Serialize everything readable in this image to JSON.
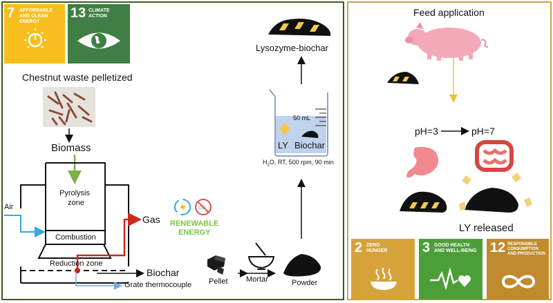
{
  "colors": {
    "left_panel_border": "#3a5a1f",
    "right_panel_border": "#c9a14a",
    "sdg7": "#F7BE1D",
    "sdg13": "#3F7E44",
    "sdg2": "#D6A33A",
    "sdg3": "#4C9F38",
    "sdg12": "#BF8B2E",
    "green_arrow": "#7DB04A",
    "red_arrow": "#C8281E",
    "blue_arrow": "#35A8E0",
    "renewable_text": "#7EC242",
    "yellow_arrow": "#E8C33A"
  },
  "sdg": {
    "goal7": {
      "number": "7",
      "label": "Affordable and clean energy",
      "icon": "power-sun-icon"
    },
    "goal13": {
      "number": "13",
      "label": "Climate action",
      "icon": "eye-globe-icon"
    },
    "goal2": {
      "number": "2",
      "label": "Zero hunger",
      "icon": "bowl-icon"
    },
    "goal3": {
      "number": "3",
      "label": "Good health and well-being",
      "icon": "heartbeat-icon"
    },
    "goal12": {
      "number": "12",
      "label": "Responsible consumption and production",
      "icon": "infinity-icon"
    }
  },
  "left": {
    "chestnut_title": "Chestnut waste pelletized",
    "biomass": "Biomass",
    "air": "Air",
    "pyrolysis": "Pyrolysis",
    "zone": "zone",
    "combustion": "Combustion",
    "reduction_zone": "Reduction zone",
    "gas": "Gas",
    "renewable": "RENEWABLE",
    "energy": "ENERGY",
    "biochar": "Biochar",
    "grate_thermocouple": "Grate thermocouple",
    "pellet": "Pellet",
    "mortar": "Mortar",
    "powder": "Powder",
    "lysozyme_biochar": "Lysozyme-biochar",
    "beaker_volume": "50 mL",
    "ly": "LY",
    "beaker_biochar": "Biochar",
    "conditions_h": "H",
    "conditions_sub": "2",
    "conditions_rest": "O, RT, 500  rpm, 90 min"
  },
  "right": {
    "feed_application": "Feed application",
    "ph3": "pH=3",
    "ph7": "pH=7",
    "ly_released": "LY released"
  }
}
